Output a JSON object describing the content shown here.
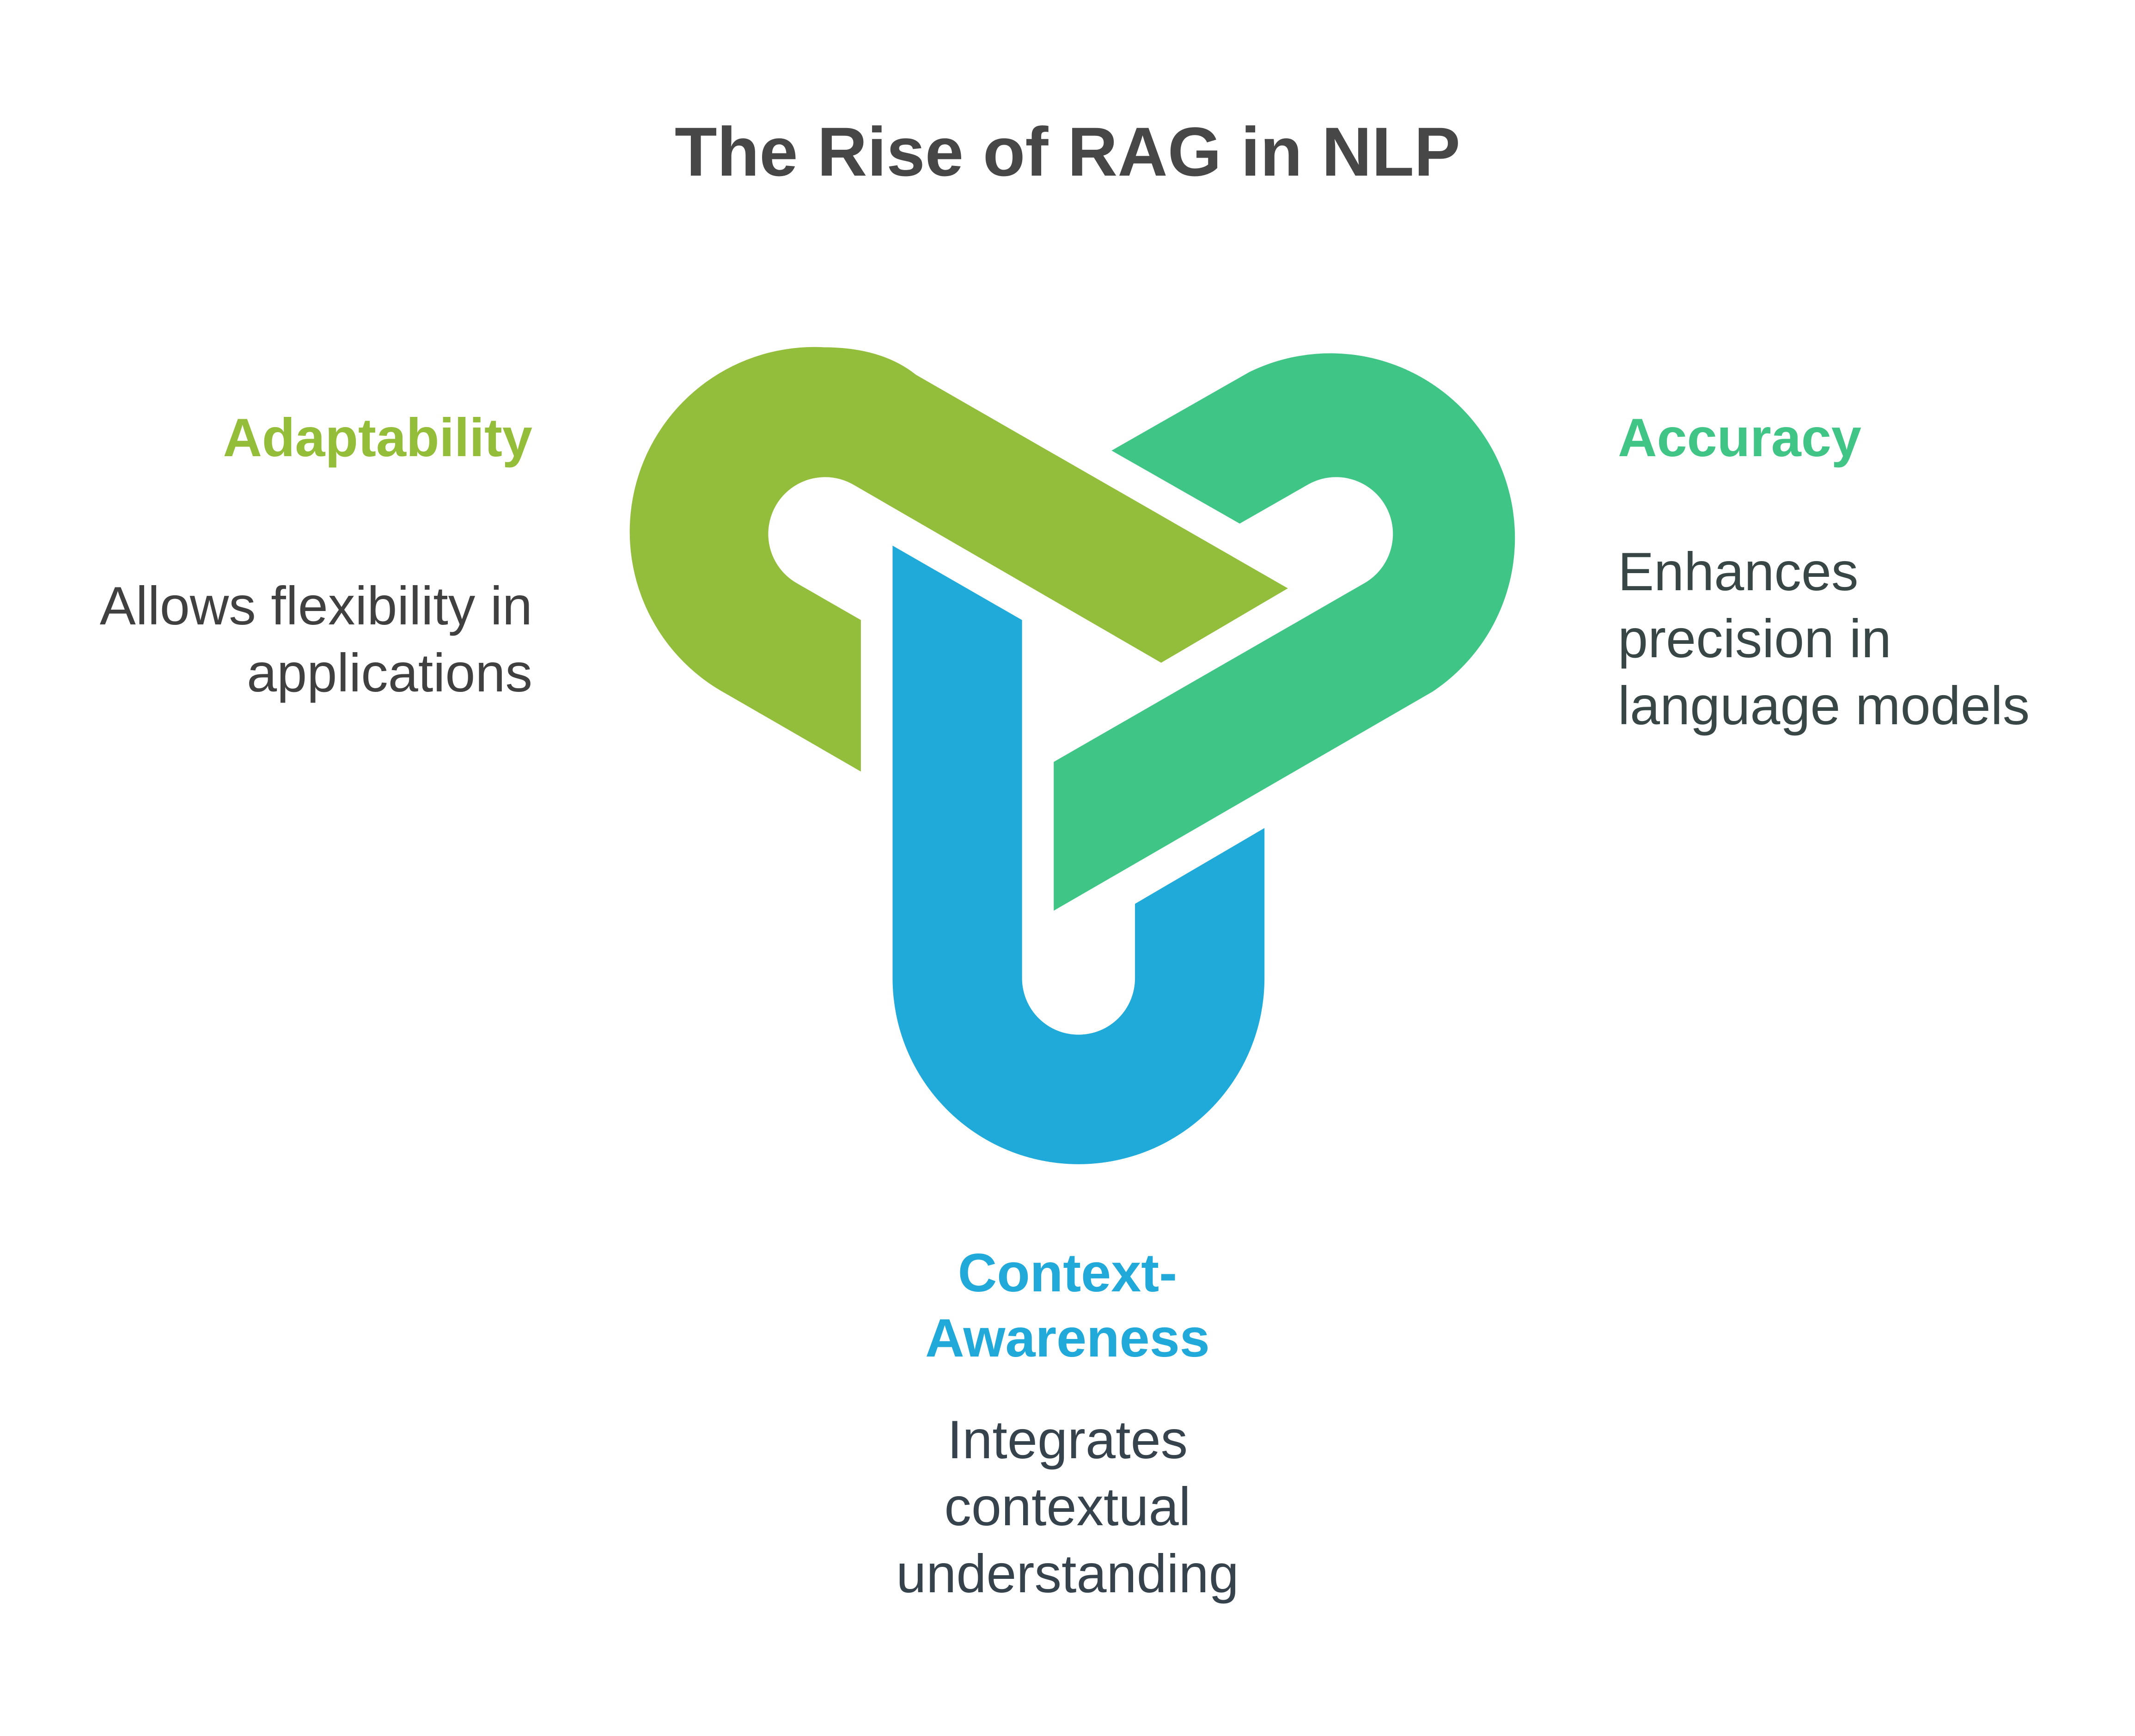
{
  "title": "The Rise of RAG in NLP",
  "colors": {
    "adaptability": "#93be3c",
    "accuracy": "#3fc686",
    "context": "#20aada",
    "title": "#474747",
    "body_text": "#3a4141"
  },
  "items": [
    {
      "key": "adaptability",
      "heading": "Adaptability",
      "description_lines": [
        "Allows flexibility in",
        "applications"
      ]
    },
    {
      "key": "accuracy",
      "heading": "Accuracy",
      "description_lines": [
        "Enhances",
        "precision in",
        "language models"
      ]
    },
    {
      "key": "context",
      "heading_lines": [
        "Context-",
        "Awareness"
      ],
      "description_lines": [
        "Integrates",
        "contextual",
        "understanding"
      ]
    }
  ]
}
